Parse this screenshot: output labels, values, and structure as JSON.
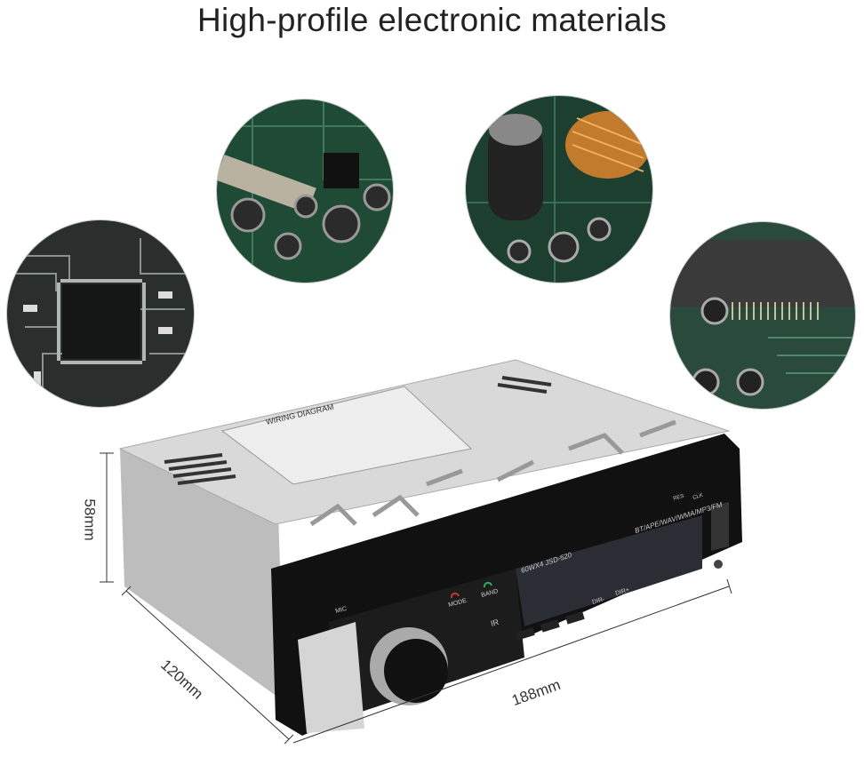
{
  "title": "High-profile electronic materials",
  "circles": [
    {
      "subject": "pcb-chip-closeup"
    },
    {
      "subject": "pcb-capacitors-soldering"
    },
    {
      "subject": "pcb-capacitors-copper-coil"
    },
    {
      "subject": "pcb-connector-header"
    }
  ],
  "dimensions": {
    "height": "58mm",
    "depth": "120mm",
    "width": "188mm"
  },
  "radio": {
    "top_label": "WIRING DIAGRAM",
    "mic": "MIC",
    "mode": "MODE",
    "band": "BAND",
    "model": "60WX4  JSD-520",
    "formats": "BT/APE/WAV/WMA/MP3/FM",
    "res": "RES",
    "clk": "CLK",
    "ir": "IR",
    "dir_minus": "DIR-",
    "dir_plus": "DIR+"
  },
  "colors": {
    "faceplate": "#111111",
    "chassis": "#c9c9c9",
    "pcb": "#1e4a3a",
    "mode_icon": "#c0392b",
    "band_icon": "#27ae60"
  }
}
